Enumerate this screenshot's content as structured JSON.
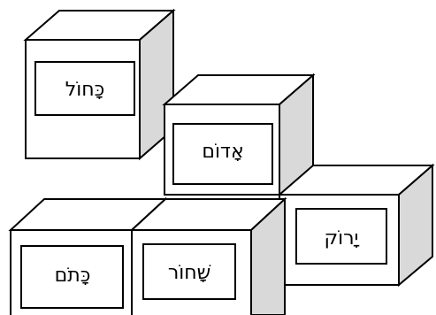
{
  "colors": {
    "background": "#ffffff",
    "front": "#ffffff",
    "top": "#ffffff",
    "side": "#d9d9d9",
    "stroke": "#000000"
  },
  "cubes": [
    {
      "id": "blue",
      "label": "כָּחוֹל"
    },
    {
      "id": "red",
      "label": "אָדוֹם"
    },
    {
      "id": "green",
      "label": "יָרוֹק"
    },
    {
      "id": "orange",
      "label": "כָּתֹם"
    },
    {
      "id": "black",
      "label": "שָׁחוֹר"
    }
  ]
}
